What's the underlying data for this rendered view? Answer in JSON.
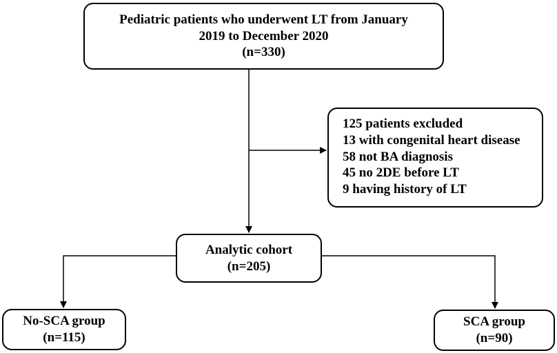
{
  "top_box": {
    "lines": [
      "Pediatric patients who underwent LT from January",
      "2019 to December 2020",
      "(n=330)"
    ]
  },
  "exclusion_box": {
    "lines": [
      "125 patients excluded",
      "13 with congenital heart disease",
      "58 not BA diagnosis",
      "45 no 2DE before LT",
      "9 having history of LT"
    ]
  },
  "cohort_box": {
    "lines": [
      "Analytic cohort",
      "(n=205)"
    ]
  },
  "nosca_box": {
    "lines": [
      "No-SCA group",
      "(n=115)"
    ]
  },
  "sca_box": {
    "lines": [
      "SCA group",
      "(n=90)"
    ]
  },
  "colors": {
    "stroke": "#000000",
    "background": "#ffffff"
  }
}
